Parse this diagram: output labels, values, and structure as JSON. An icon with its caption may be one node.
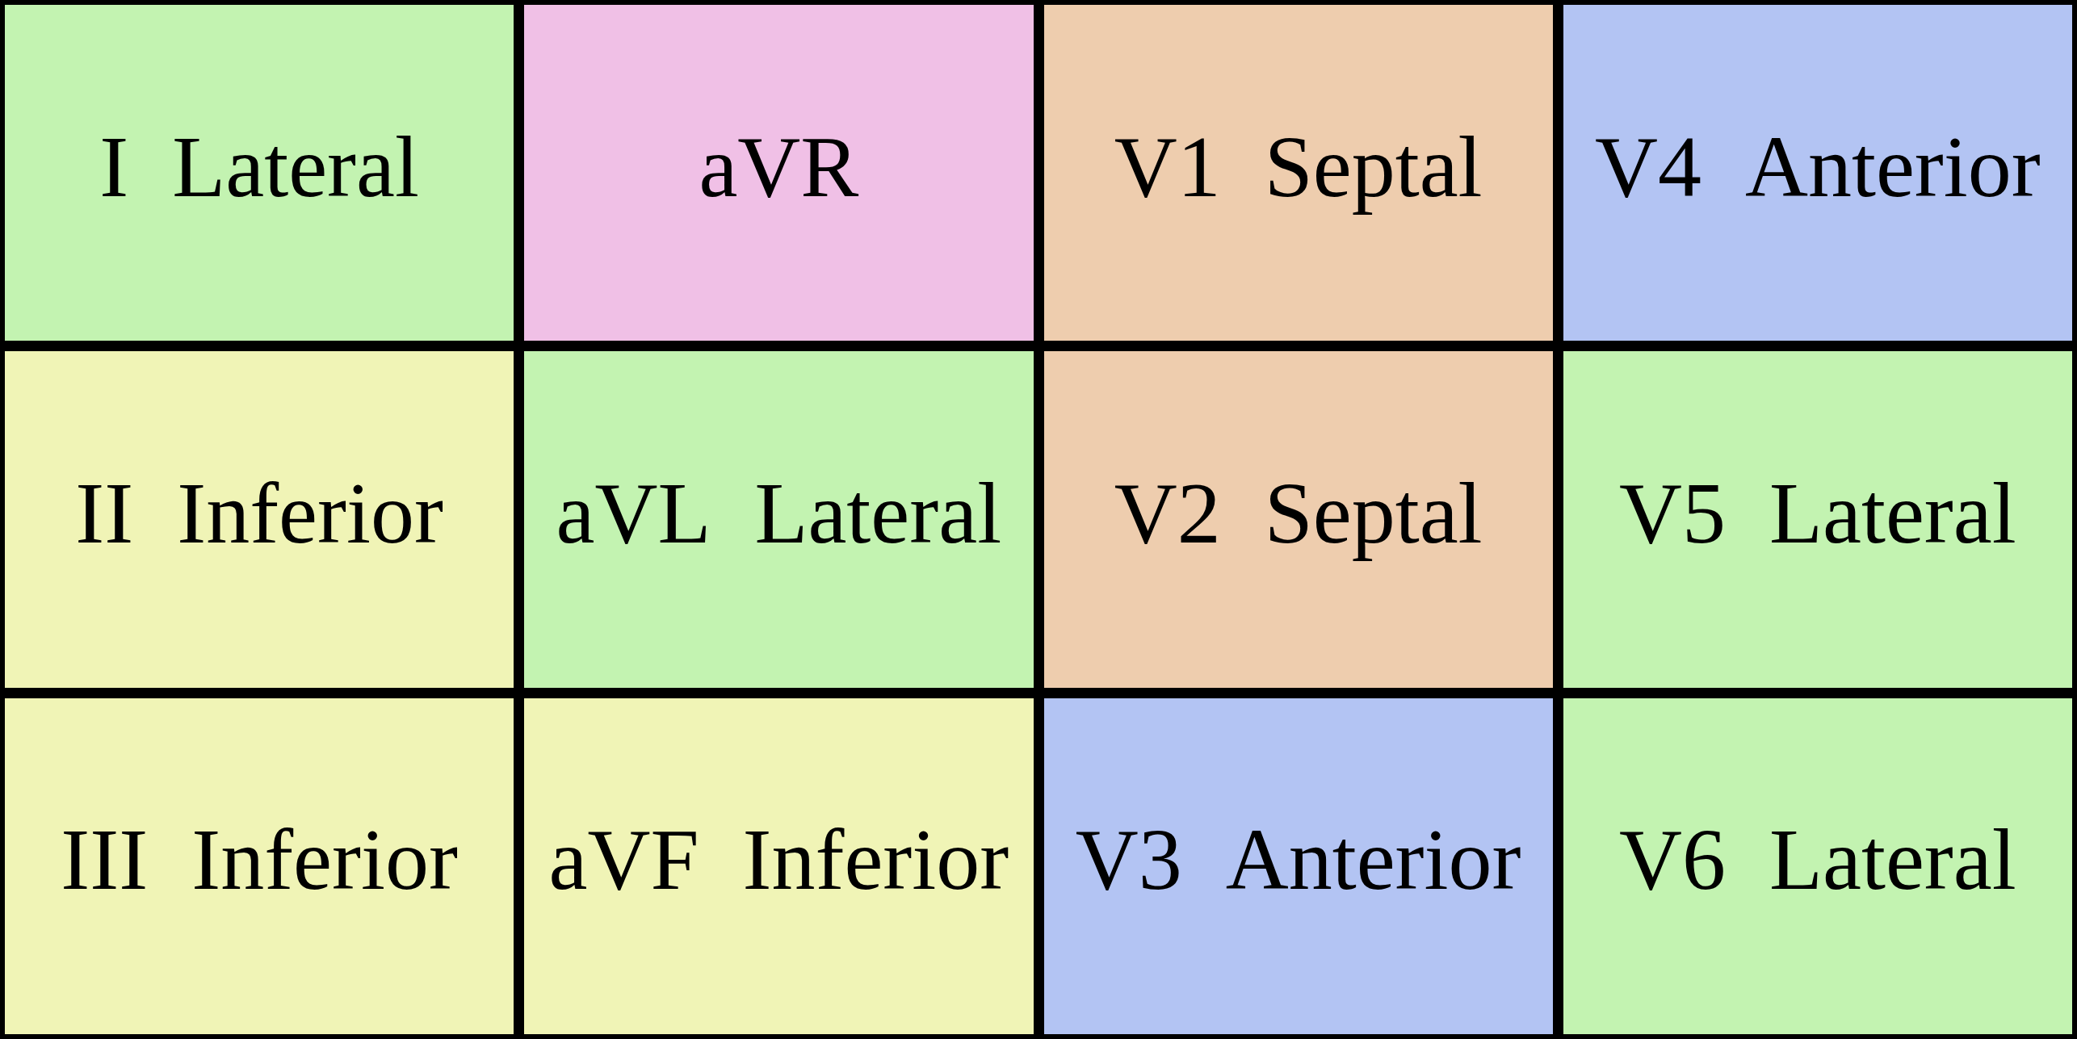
{
  "diagram": {
    "nodes": [
      {
        "text": [
          "I",
          "Lateral"
        ]
      },
      {
        "text": [
          "aVR"
        ]
      },
      {
        "text": [
          "V1",
          "Septal"
        ]
      },
      {
        "text": [
          "V4",
          "Anterior"
        ]
      },
      {
        "text": [
          "II",
          "Inferior"
        ]
      },
      {
        "text": [
          "aVL",
          "Lateral"
        ]
      },
      {
        "text": [
          "V2",
          "Septal"
        ]
      },
      {
        "text": [
          "V5",
          "Lateral"
        ]
      },
      {
        "text": [
          "III",
          "Inferior"
        ]
      },
      {
        "text": [
          "aVF",
          "Inferior"
        ]
      },
      {
        "text": [
          "V3",
          "Anterior"
        ]
      },
      {
        "text": [
          "V6",
          "Lateral"
        ]
      }
    ]
  }
}
